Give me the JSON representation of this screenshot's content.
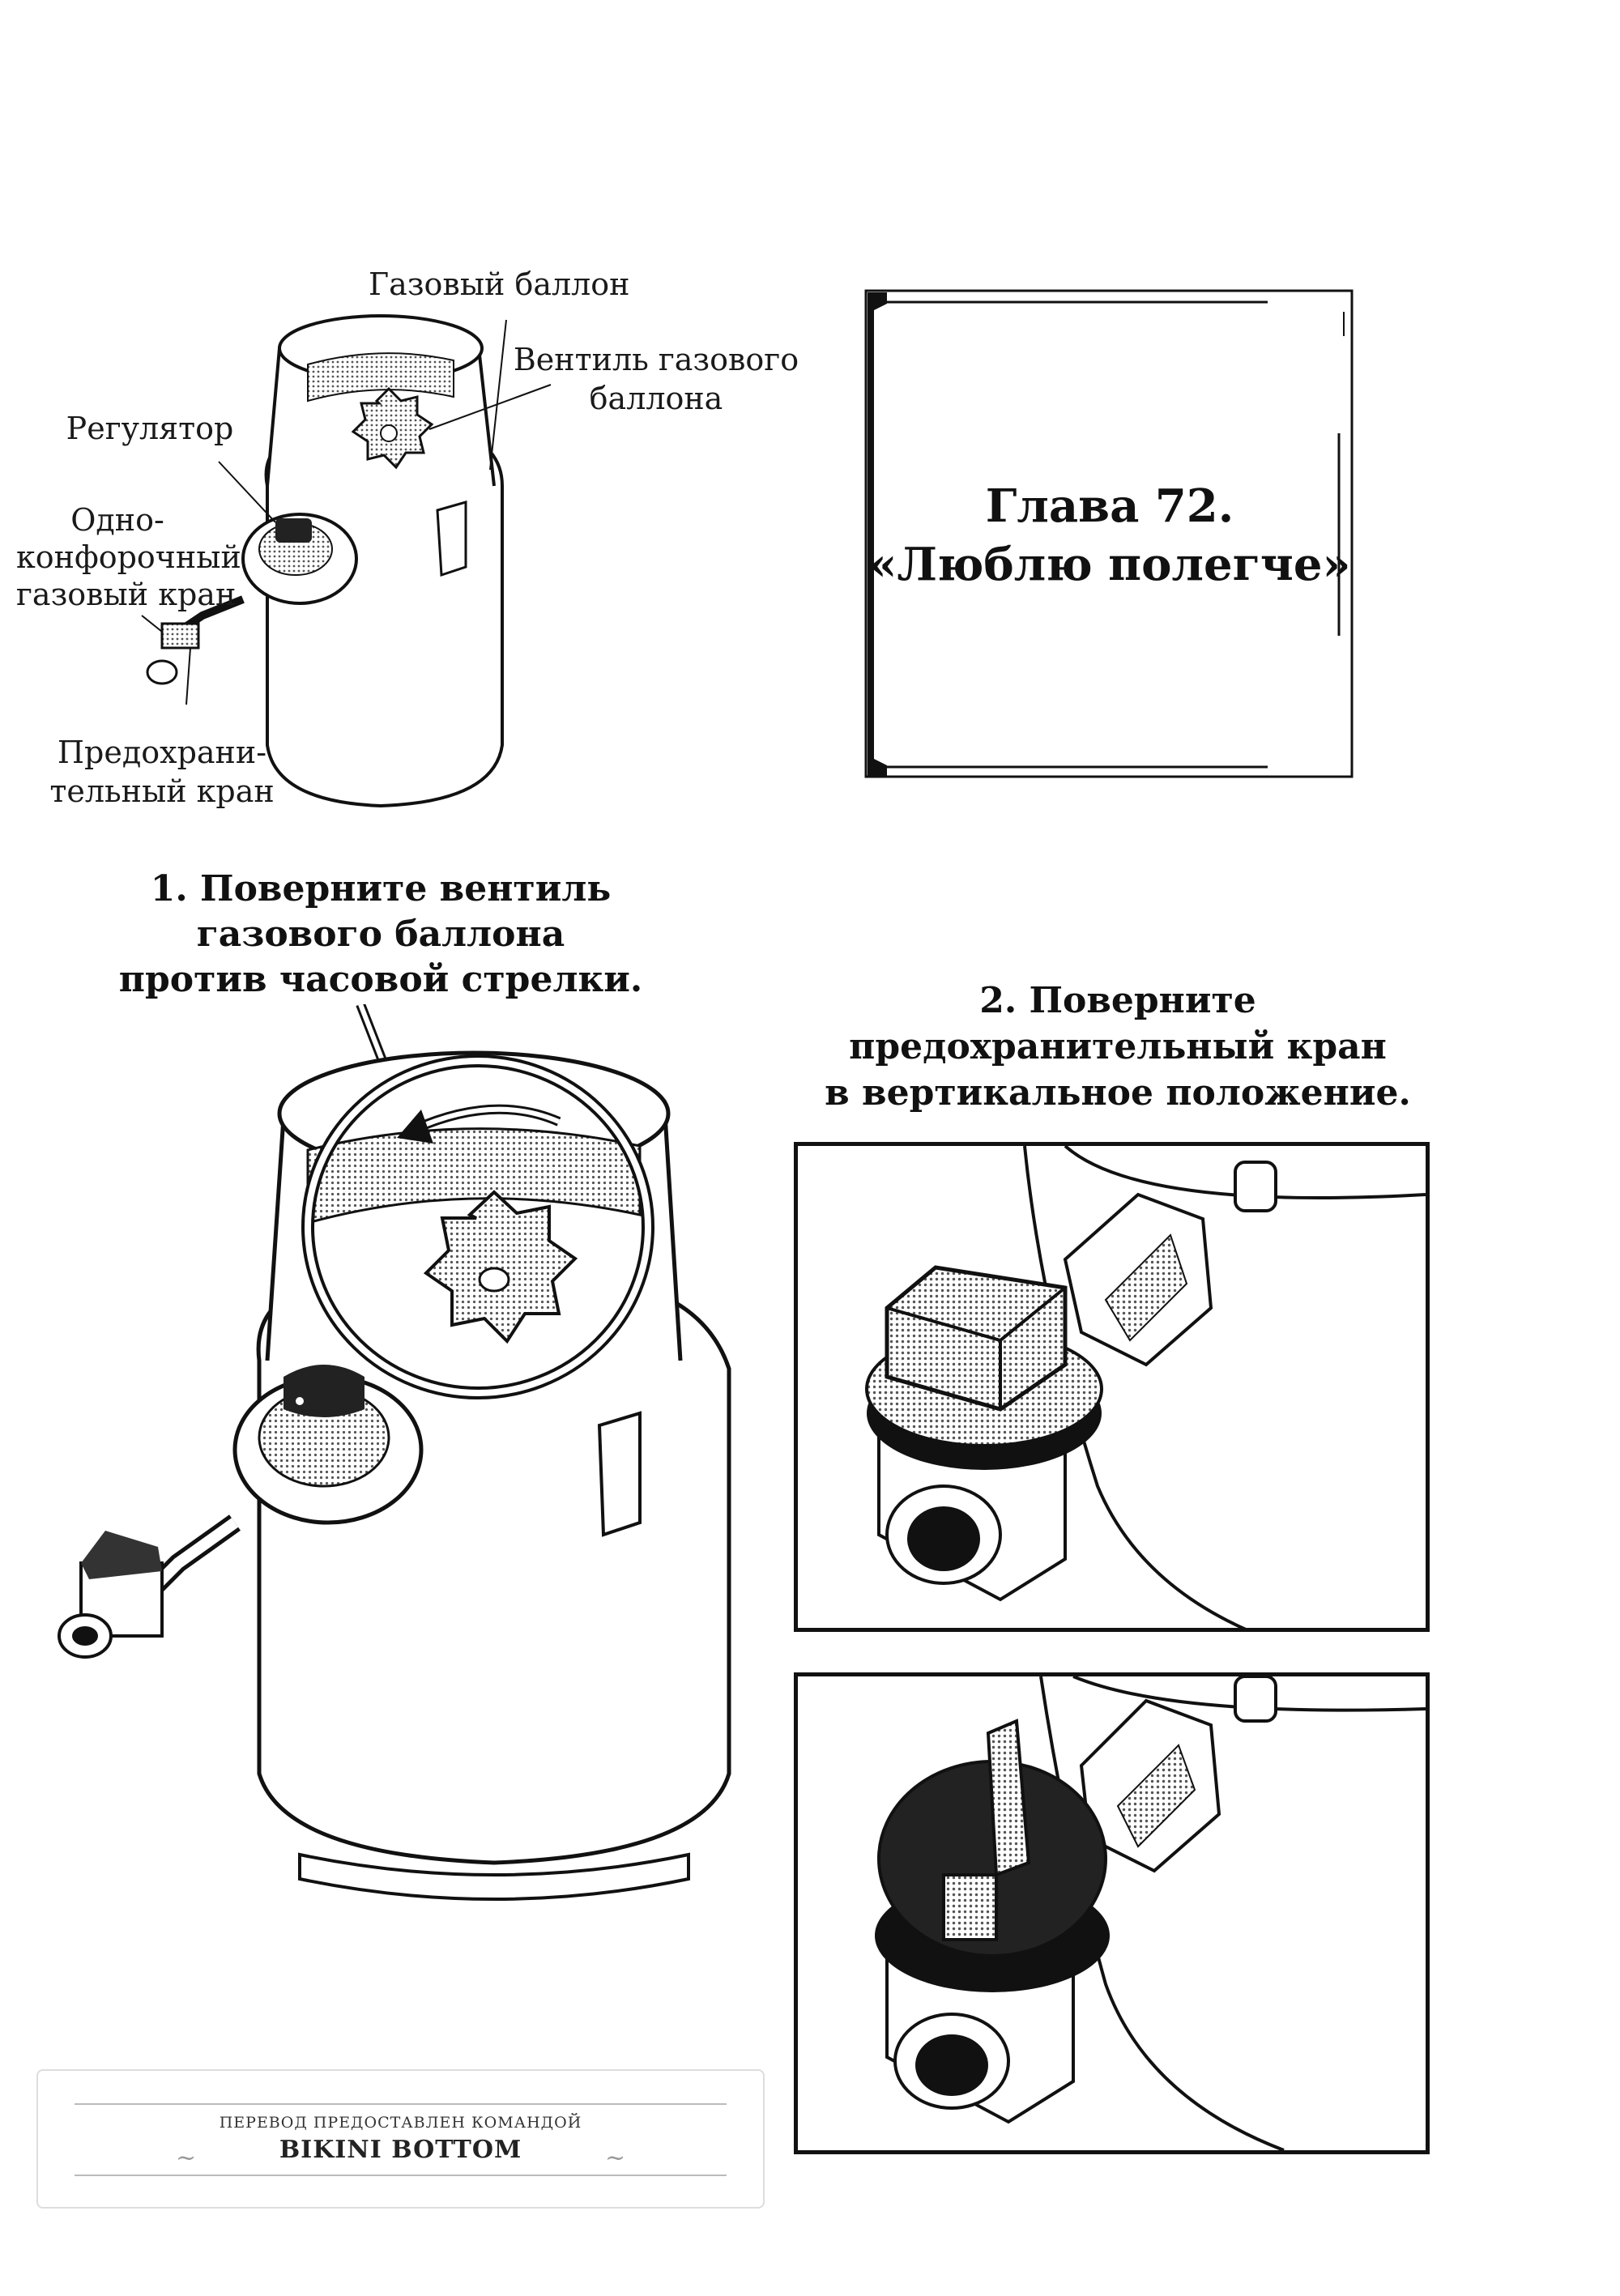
{
  "diagram_labels": {
    "gas_cylinder": "Газовый баллон",
    "cylinder_valve_line1": "Вентиль газового",
    "cylinder_valve_line2": "баллона",
    "regulator": "Регулятор",
    "burner_valve_line1": "Одно-",
    "burner_valve_line2": "конфорочный",
    "burner_valve_line3": "газовый кран",
    "safety_valve_line1": "Предохрани-",
    "safety_valve_line2": "тельный кран"
  },
  "chapter": {
    "line1": "Глава 72.",
    "line2": "«Люблю полегче»"
  },
  "steps": {
    "step1_line1": "1. Поверните вентиль",
    "step1_line2": "газового баллона",
    "step1_line3": "против часовой стрелки.",
    "step2_line1": "2. Поверните",
    "step2_line2": "предохранительный кран",
    "step2_line3": "в вертикальное положение."
  },
  "credit": {
    "line1": "ПЕРЕВОД ПРЕДОСТАВЛЕН КОМАНДОЙ",
    "line2": "BIKINI BOTTOM"
  }
}
